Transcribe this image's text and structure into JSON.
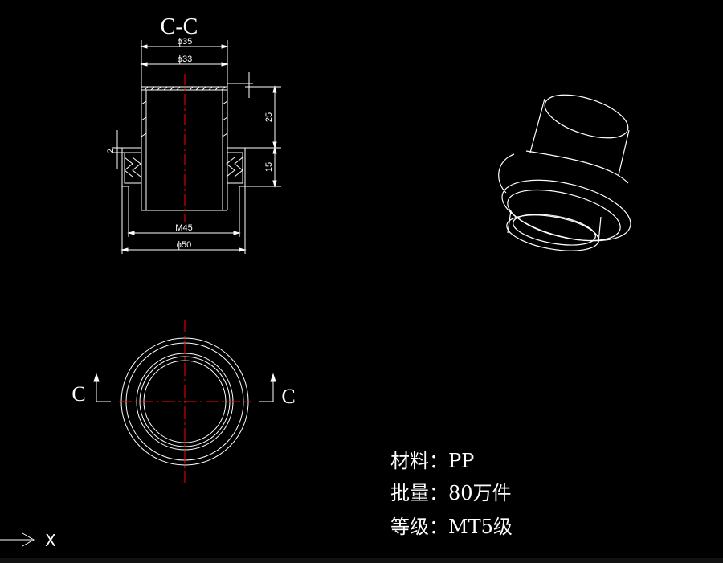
{
  "section_view": {
    "title": "C-C",
    "dims": {
      "outer_dia": "ϕ35",
      "inner_dia": "ϕ33",
      "height_top": "25",
      "height_bottom": "15",
      "wall": "2",
      "thread": "M45",
      "flange_dia": "ϕ50"
    }
  },
  "plan_view": {
    "cut_left": "C",
    "cut_right": "C"
  },
  "notes": {
    "material": "材料：PP",
    "batch": "批量：80万件",
    "grade": "等级：MT5级"
  },
  "ucs": {
    "x_label": "X"
  },
  "colors": {
    "background": "#000000",
    "lines": "#ffffff",
    "centerline": "#ff0000"
  }
}
